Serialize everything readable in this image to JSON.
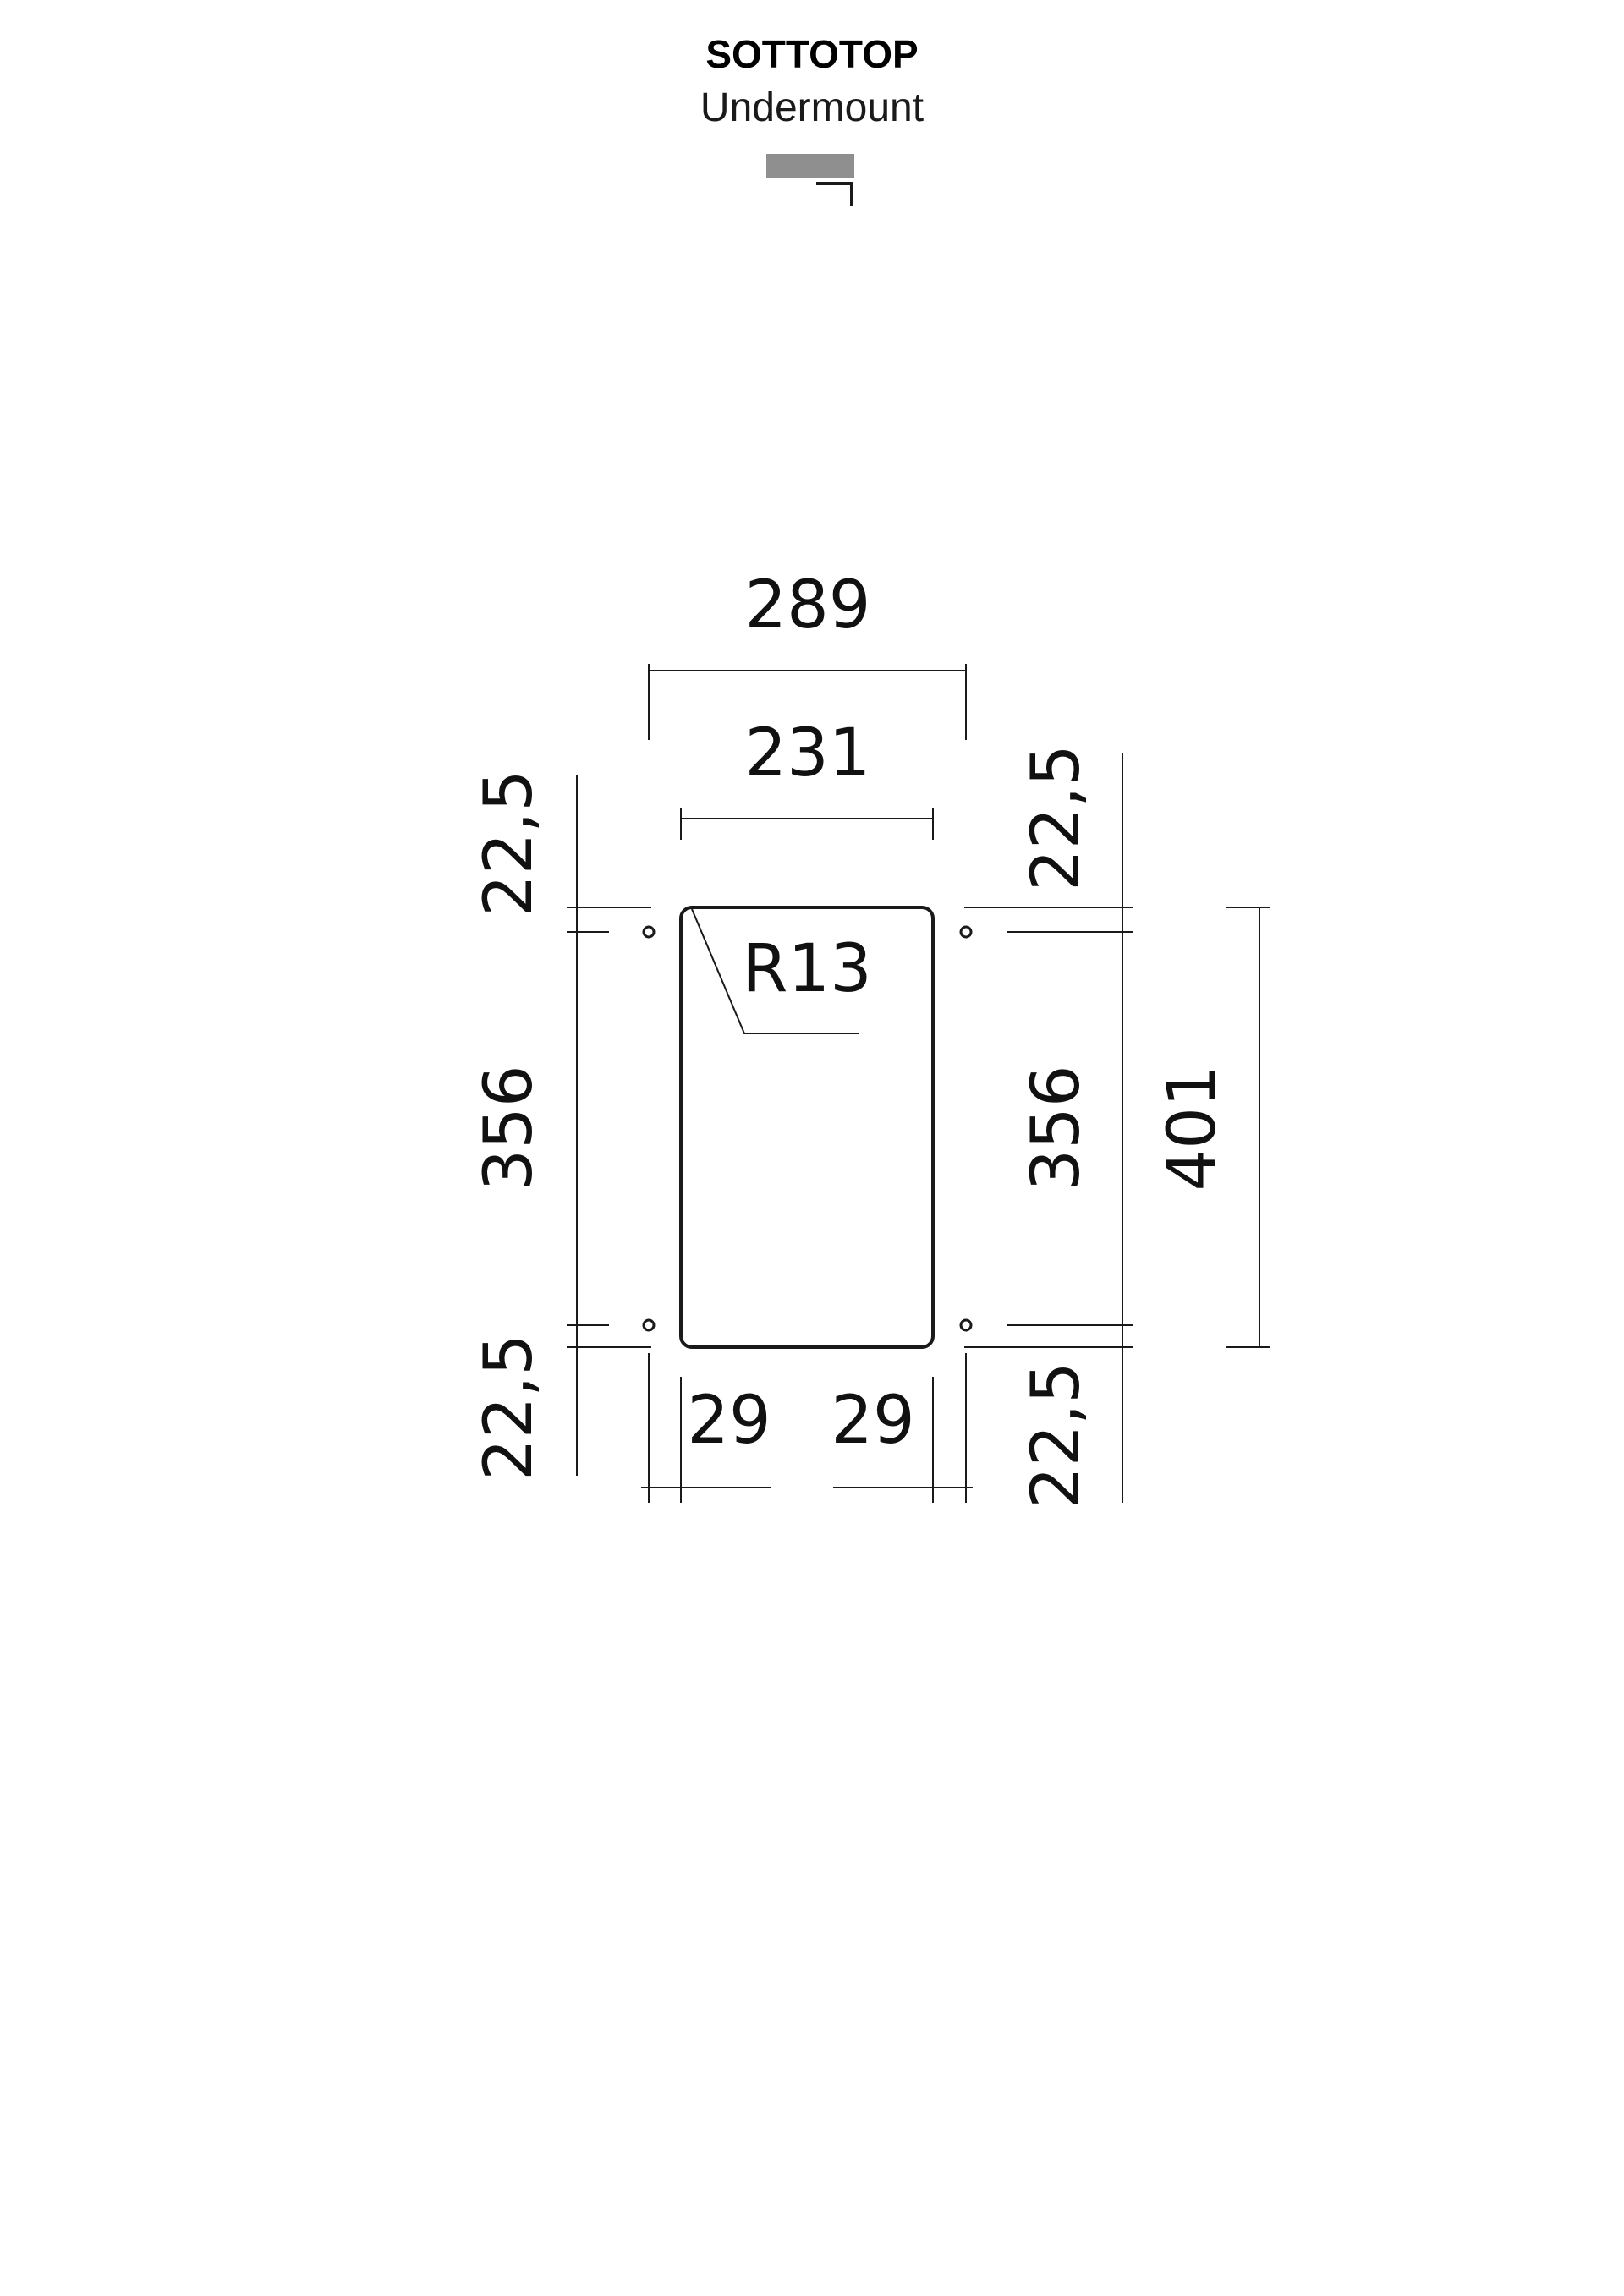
{
  "header": {
    "title": "SOTTOTOP",
    "subtitle": "Undermount",
    "mount_symbol_color": "#8f8f8f"
  },
  "dimensions": {
    "overall_width": "289",
    "inner_width": "231",
    "top_left_offset": "22,5",
    "top_right_offset": "22,5",
    "radius": "R13",
    "left_height": "356",
    "right_height": "356",
    "overall_height": "401",
    "bottom_left_offset": "22,5",
    "bottom_right_offset": "22,5",
    "left_margin": "29",
    "right_margin": "29"
  },
  "colors": {
    "line": "#1a1a1a",
    "background": "#ffffff"
  }
}
